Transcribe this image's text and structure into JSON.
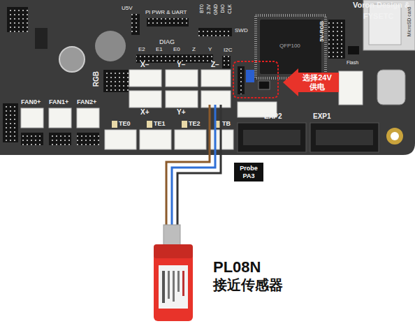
{
  "diagram": {
    "nodes": [
      {
        "text": [
          "选择24V 供电"
        ]
      },
      {
        "text": [
          "Probe PA3"
        ]
      }
    ],
    "labels": [
      "Voron Design &",
      "FYSETC",
      "QFP100",
      "U5V",
      "Pi PWR & UART",
      "BT0",
      "3.3V",
      "GND",
      "DIO",
      "CLK",
      "SWD",
      "I2C",
      "DIAG",
      "E2",
      "E1",
      "E0",
      "Z",
      "Y",
      "5V-RGB",
      "Flash",
      "MicroSD card",
      "X−",
      "Y−",
      "Z−",
      "X+",
      "Y+",
      "RGB",
      "FAN0+",
      "FAN1+",
      "FAN2+",
      "TE0",
      "TE1",
      "TE2",
      "TB",
      "EXP2",
      "EXP1",
      "PL08N",
      "接近传感器"
    ]
  }
}
